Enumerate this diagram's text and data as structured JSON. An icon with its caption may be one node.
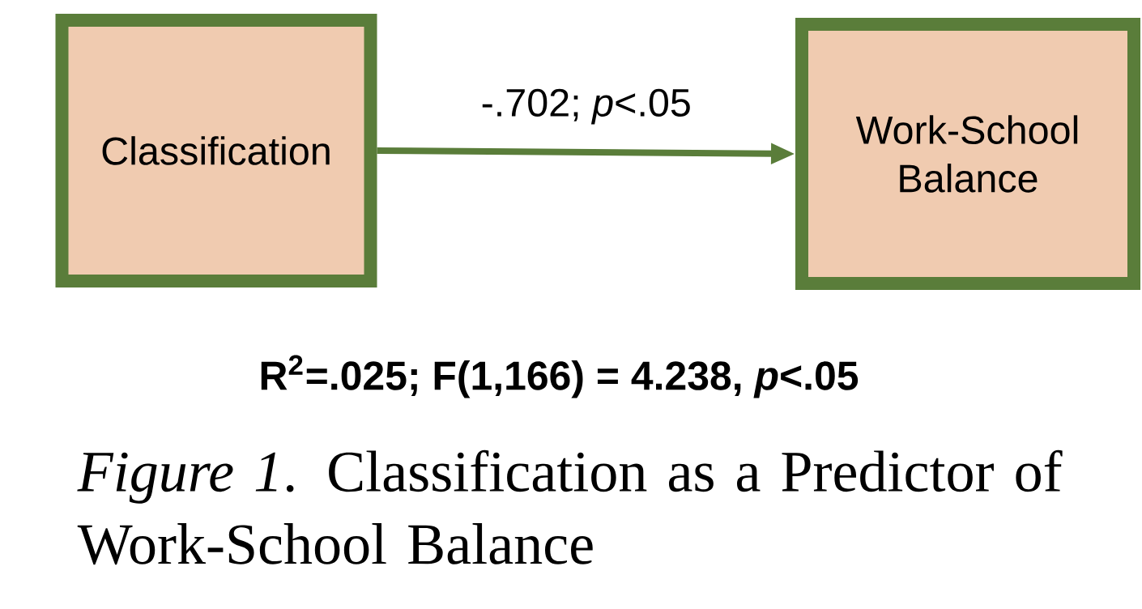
{
  "diagram": {
    "caption": "*Figure 1*. Classification as a Predictor of Work-School Balance",
    "nodes": [
      {
        "text": [
          "Classification"
        ]
      },
      {
        "text": [
          "Work-School Balance"
        ]
      }
    ],
    "edges": [
      {
        "from": 0,
        "to": 1,
        "arrow": "to",
        "label": "-.702; *p*<.05"
      }
    ],
    "labels": [
      "R$^{2}$=.025; F(1,166) = 4.238, *p*<.05"
    ]
  }
}
